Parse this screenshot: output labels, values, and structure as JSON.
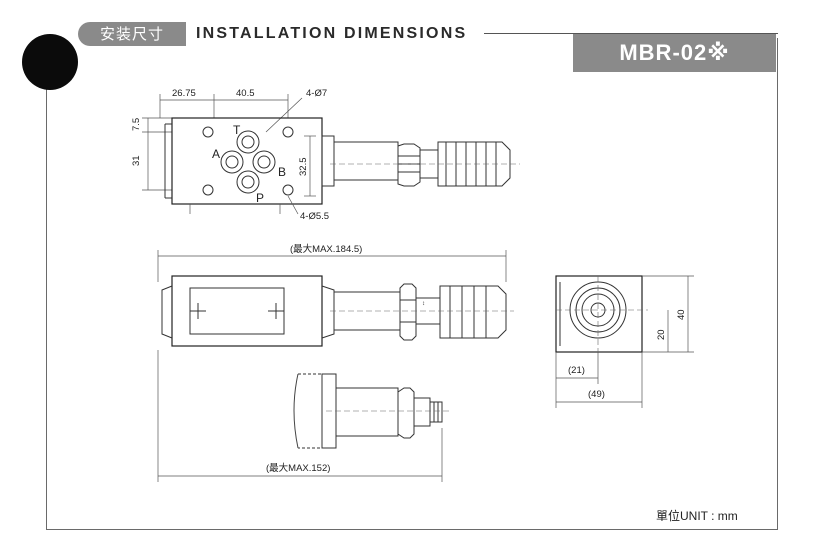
{
  "header": {
    "section_label_cn": "安装尺寸",
    "section_title": "INSTALLATION DIMENSIONS",
    "model": "MBR-02※"
  },
  "footer": {
    "unit_label": "單位UNIT : mm"
  },
  "top_view": {
    "dim_left": "26.75",
    "dim_mid": "40.5",
    "dim_holes_top": "4-Ø7",
    "dim_holes_bottom": "4-Ø5.5",
    "dim_vert_top": "7.5",
    "dim_vert_left": "31",
    "dim_vert_right": "32.5",
    "port_t": "T",
    "port_a": "A",
    "port_b": "B",
    "port_p": "P"
  },
  "side_view": {
    "dim_overall": "(最大MAX.184.5)",
    "dim_overall_alt": "(最大MAX.152)"
  },
  "end_view": {
    "dim_height_outer": "40",
    "dim_height_inner": "20",
    "dim_width_small": "(21)",
    "dim_width_large": "(49)"
  }
}
